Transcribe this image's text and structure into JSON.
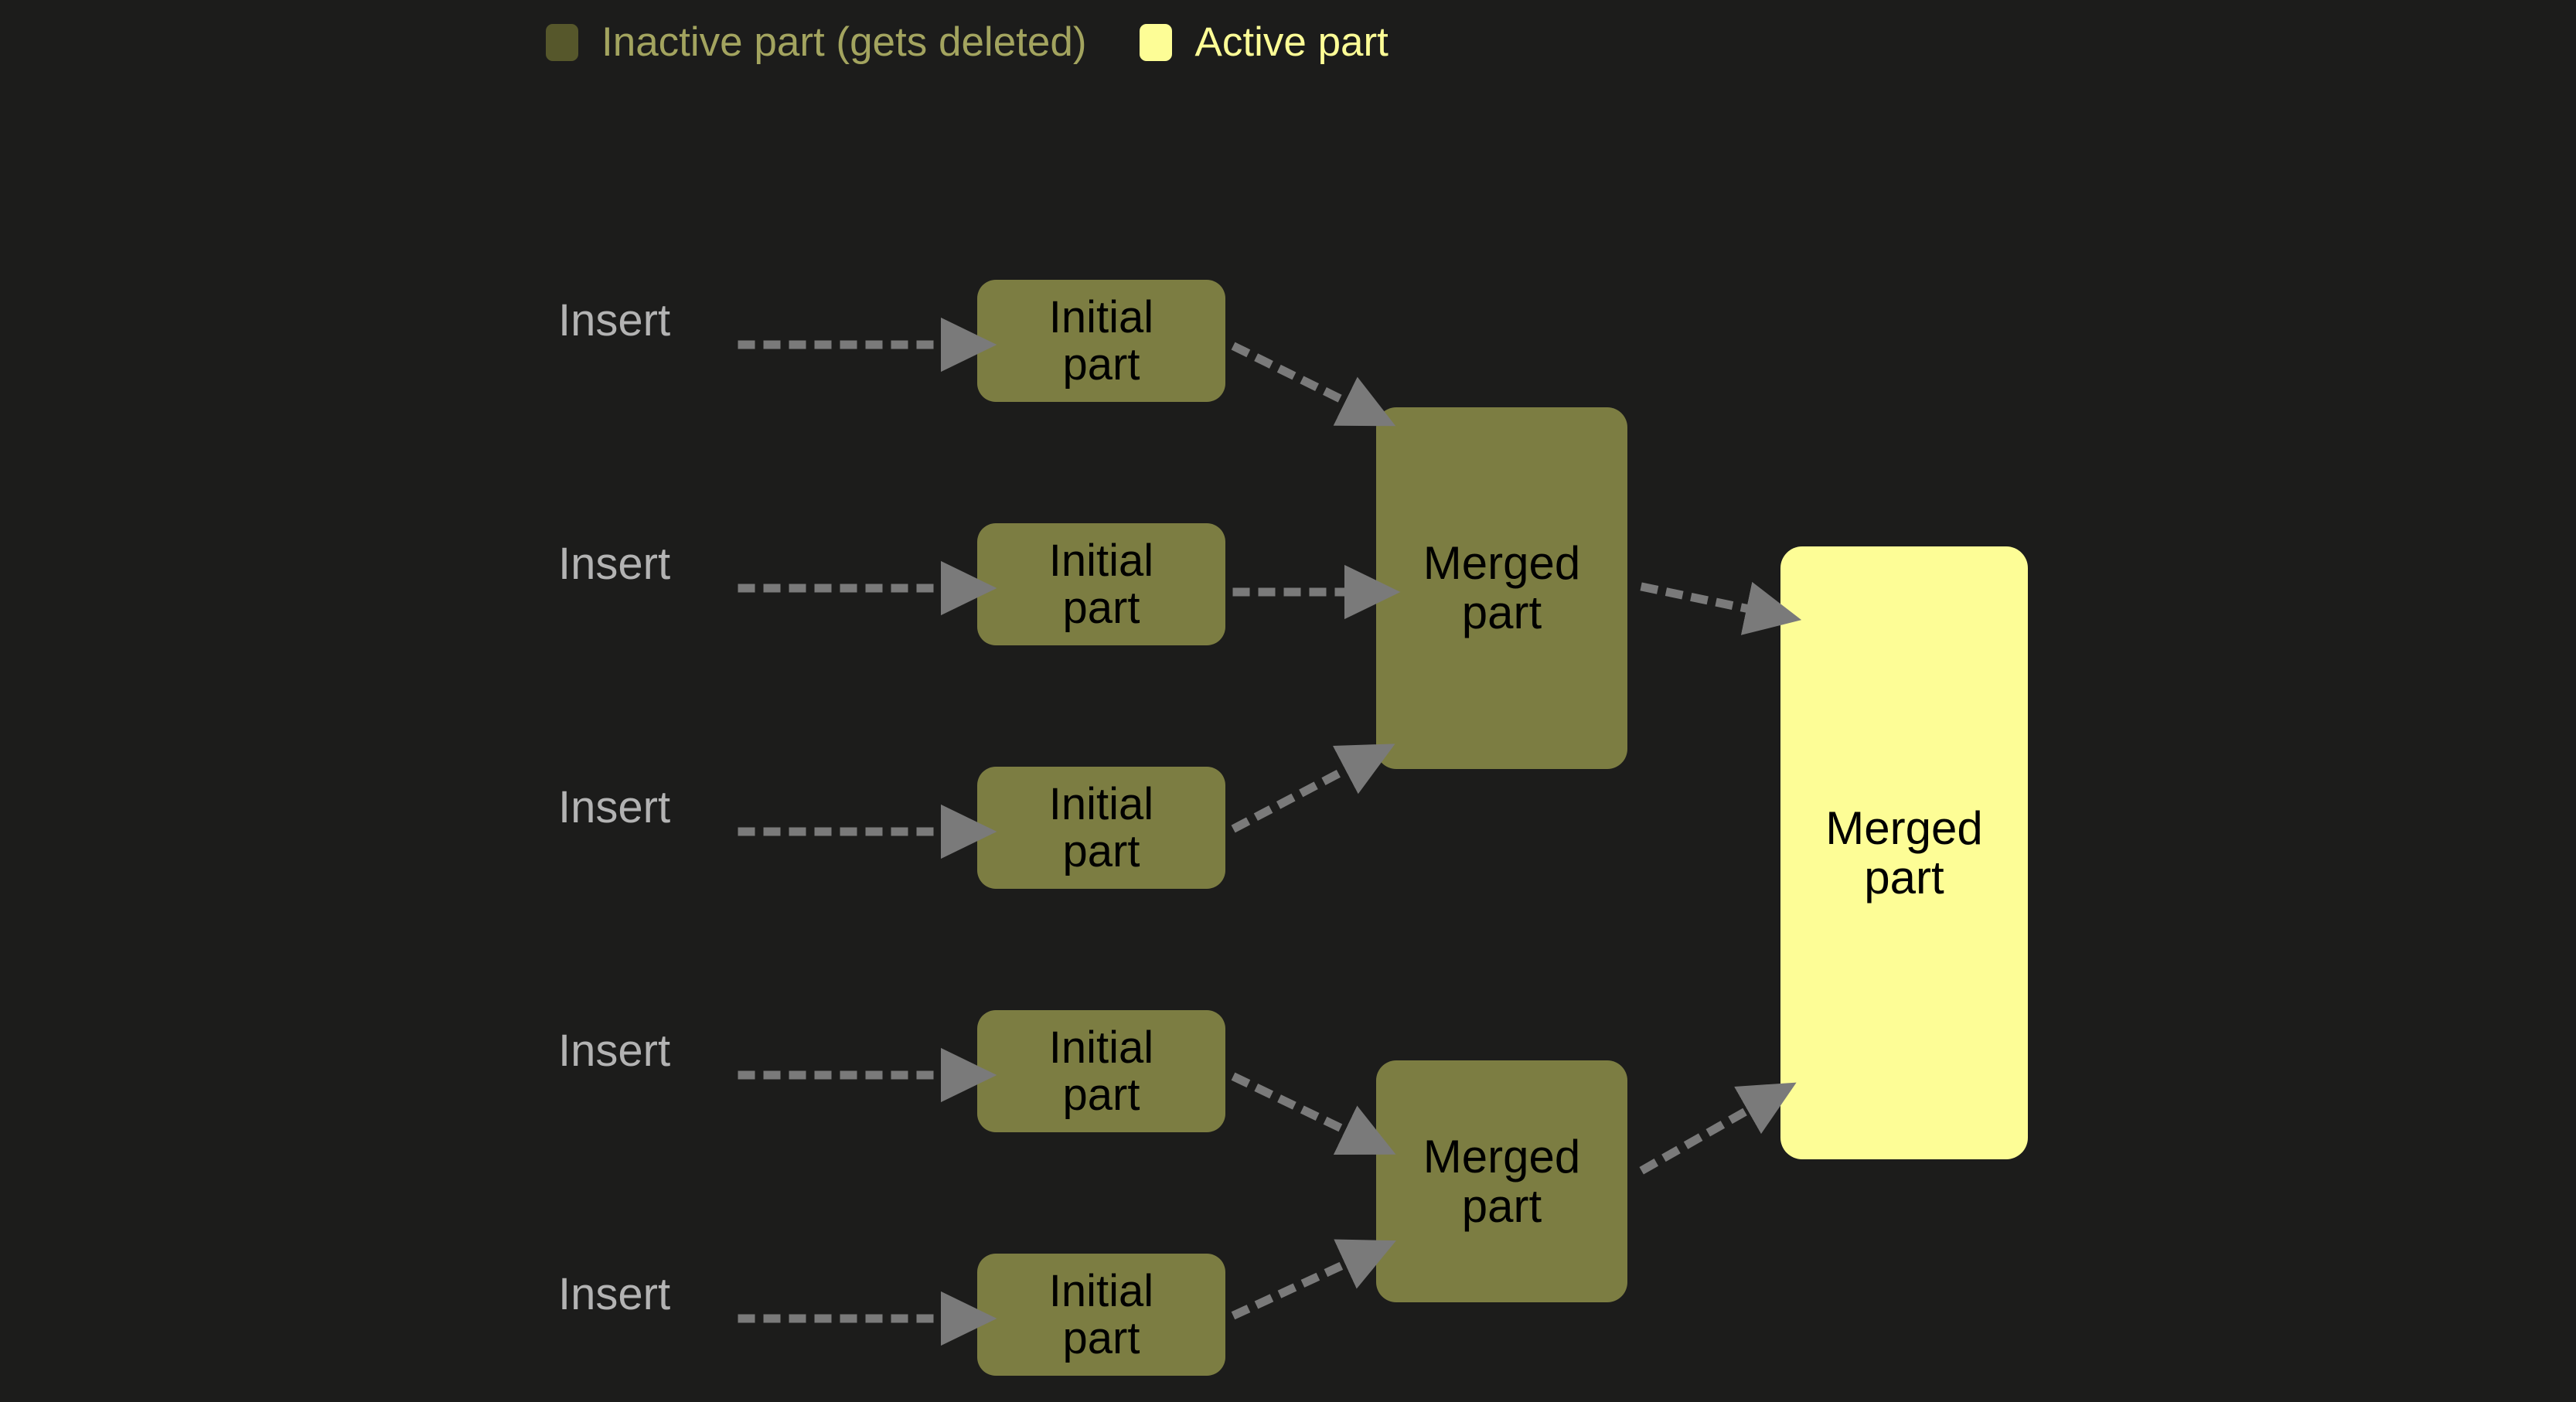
{
  "background_color": "#1c1c1b",
  "legend": {
    "entries": [
      {
        "label": "Inactive part (gets deleted)",
        "swatch_color": "#56572b",
        "text_color": "#a3a45f",
        "state": "inactive"
      },
      {
        "label": "Active part",
        "swatch_color": "#fdfd96",
        "text_color": "#fdfd96",
        "state": "active"
      }
    ]
  },
  "colors": {
    "inactive_box": "#7c7d42",
    "active_box": "#fdfd96",
    "box_text": "#000000",
    "insert_text": "#b3b3b3",
    "arrow": "#7a7a7a"
  },
  "inserts": [
    {
      "label": "Insert"
    },
    {
      "label": "Insert"
    },
    {
      "label": "Insert"
    },
    {
      "label": "Insert"
    },
    {
      "label": "Insert"
    }
  ],
  "initial_parts": [
    {
      "label": "Initial\npart",
      "state": "inactive"
    },
    {
      "label": "Initial\npart",
      "state": "inactive"
    },
    {
      "label": "Initial\npart",
      "state": "inactive"
    },
    {
      "label": "Initial\npart",
      "state": "inactive"
    },
    {
      "label": "Initial\npart",
      "state": "inactive"
    }
  ],
  "merged_parts": [
    {
      "label": "Merged\npart",
      "state": "inactive",
      "position": "top"
    },
    {
      "label": "Merged\npart",
      "state": "inactive",
      "position": "bottom"
    },
    {
      "label": "Merged\npart",
      "state": "active",
      "position": "right"
    }
  ],
  "arrows": {
    "style": "dotted",
    "head": "filled-triangle",
    "count": 12
  }
}
